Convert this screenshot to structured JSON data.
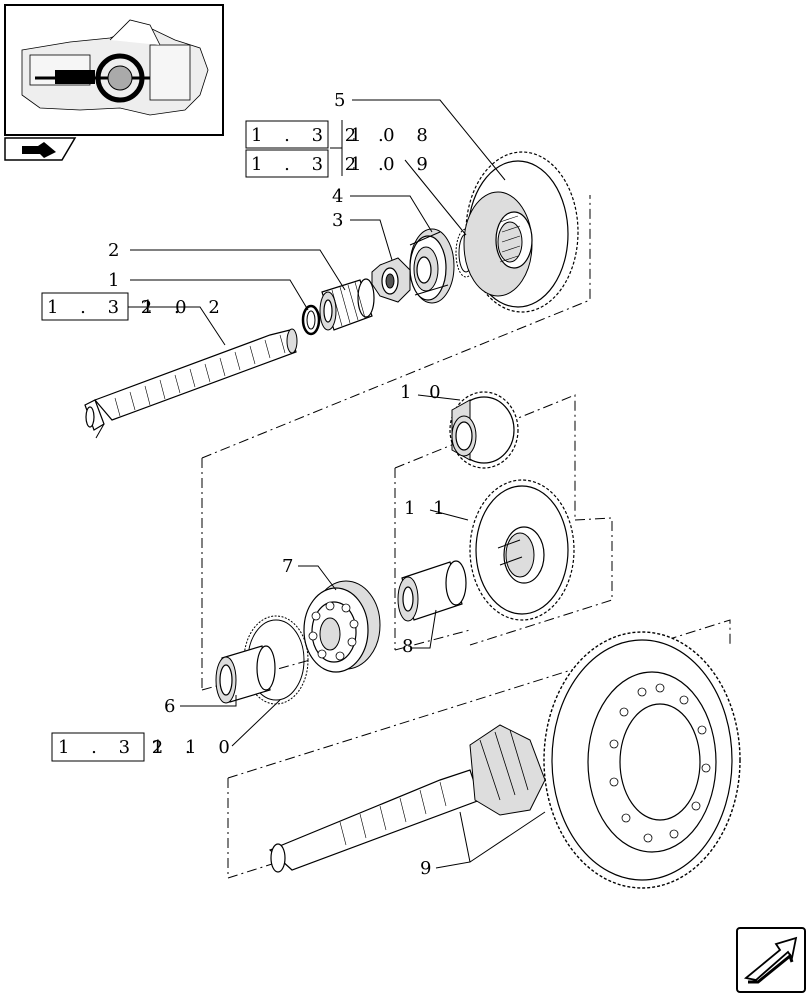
{
  "callouts": {
    "c1": "1",
    "c2": "2",
    "c3": "3",
    "c4": "4",
    "c5": "5",
    "c6": "6",
    "c7": "7",
    "c8": "8",
    "c9": "9",
    "c10": "1 0",
    "c11": "1 1"
  },
  "references": {
    "r108_box": "1 . 3 2 .",
    "r108_tail": "1 0 8",
    "r109_box": "1 . 3 2 .",
    "r109_tail": "1 0 9",
    "r102_box": "1 . 3 2 .",
    "r102_tail": "1 0 2",
    "r110_box": "1 . 3 2 .",
    "r110_tail": "1 1 0"
  },
  "icons": {
    "thumbnail": "transmission-locator-thumbnail",
    "prev": "back-arrow-icon",
    "next": "next-page-arrow-icon"
  }
}
